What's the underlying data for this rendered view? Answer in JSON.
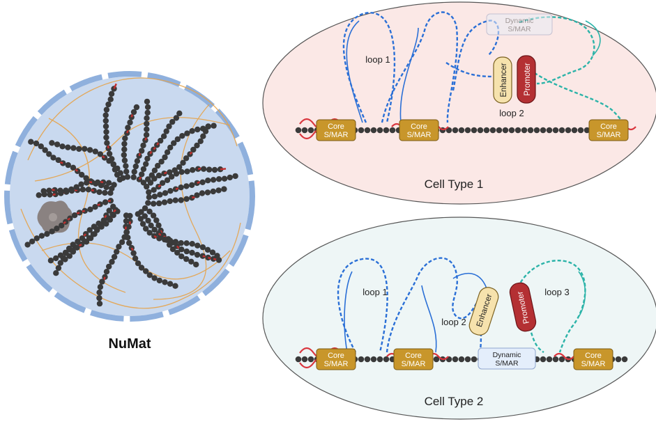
{
  "numat": {
    "title": "NuMat"
  },
  "cell1": {
    "title": "Cell Type 1",
    "loop1": "loop 1",
    "loop2": "loop 2",
    "enhancer": "Enhancer",
    "promoter": "Promoter",
    "dynamic": [
      "Dynamic",
      "S/MAR"
    ],
    "core_line1": "Core",
    "core_line2": "S/MAR"
  },
  "cell2": {
    "title": "Cell Type 2",
    "loop1": "loop 1",
    "loop2": "loop 2",
    "loop3": "loop 3",
    "enhancer": "Enhancer",
    "promoter": "Promoter",
    "dynamic": [
      "Dynamic",
      "S/MAR"
    ],
    "core_line1": "Core",
    "core_line2": "S/MAR"
  },
  "colors": {
    "dna_blue": "#2a6fd6",
    "dna_teal": "#2bb3a8",
    "core_fill": "#c8962b",
    "enhancer_fill": "#f6e2ad",
    "promoter_fill": "#b43033",
    "cell1_bg": "#fbe8e6",
    "cell2_bg": "#eef6f6",
    "nucleus_bg": "#c9d9ef",
    "bead": "#3a3a3a"
  }
}
